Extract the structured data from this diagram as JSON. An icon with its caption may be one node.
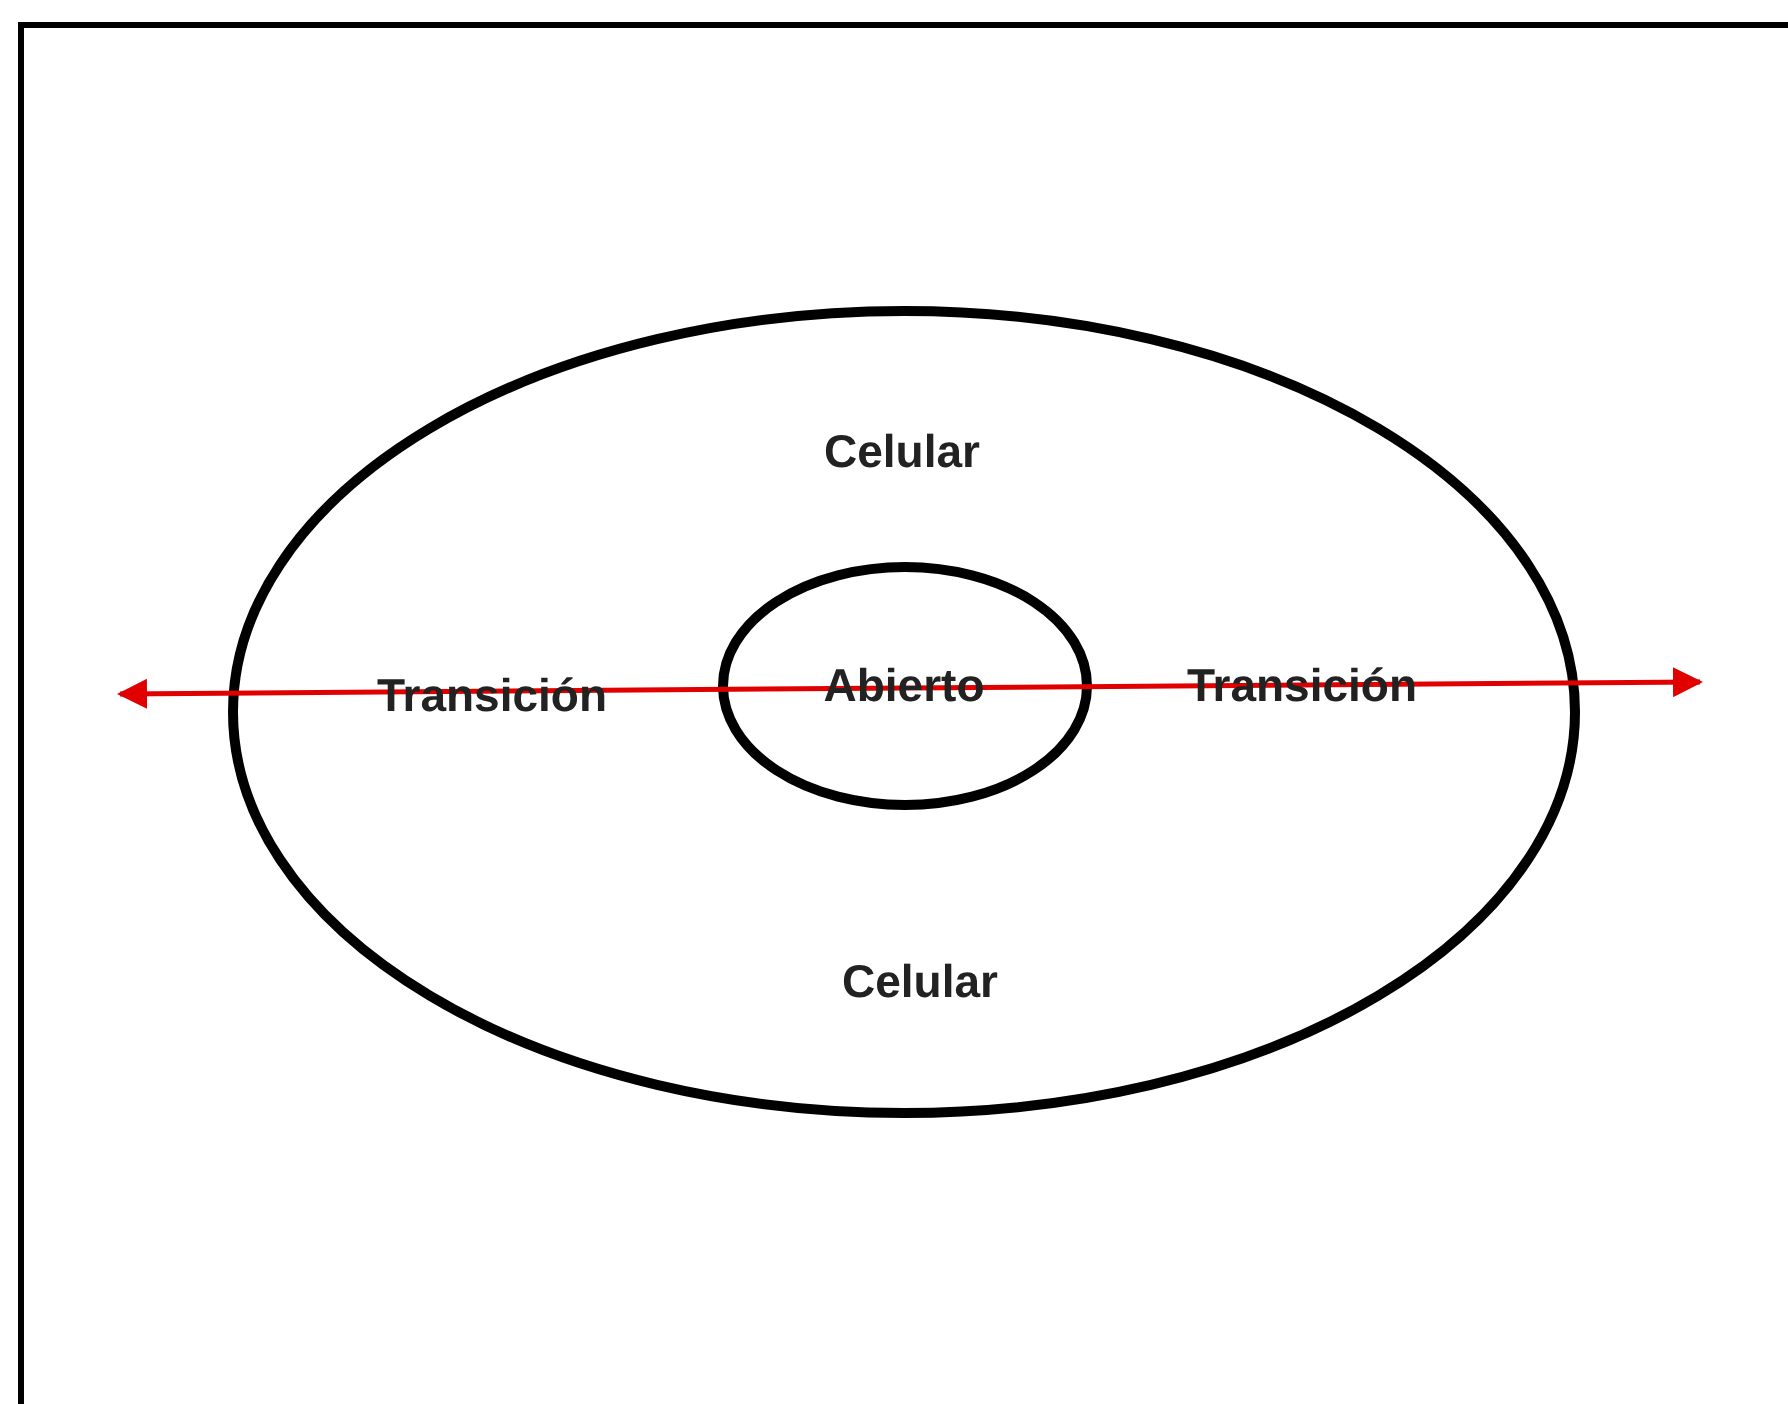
{
  "diagram": {
    "nodes": [
      {
        "text": [
          "Celular",
          "Transición",
          "Transición",
          "Celular"
        ]
      },
      {
        "text": [
          "Abierto"
        ],
        "in": 0
      }
    ]
  }
}
